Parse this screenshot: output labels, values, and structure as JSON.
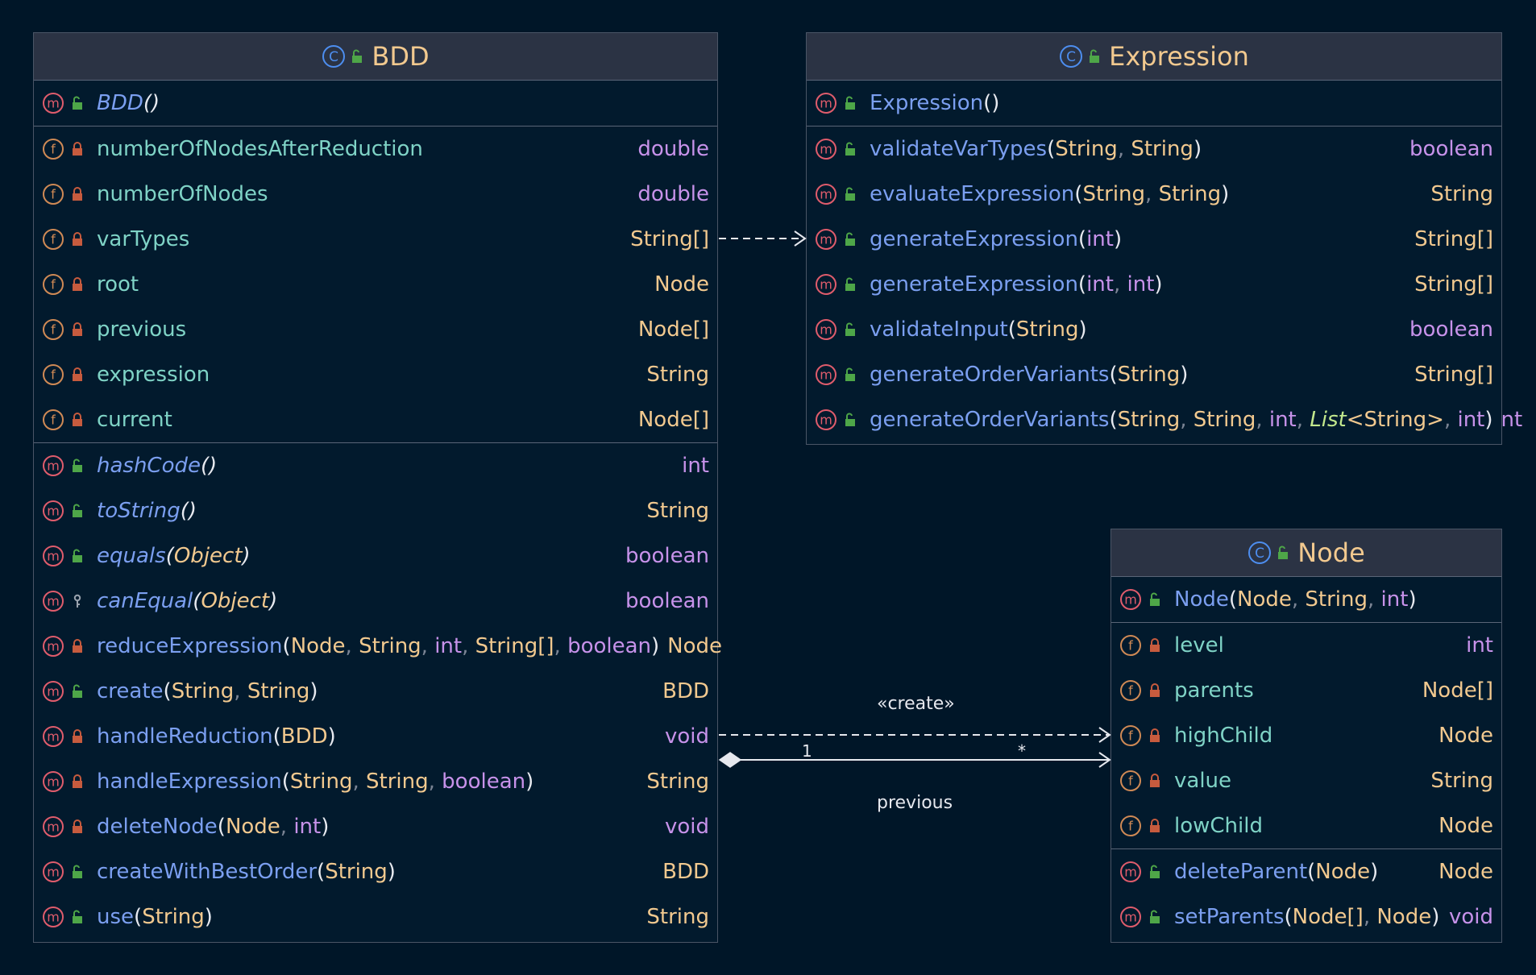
{
  "colors": {
    "background": "#001628",
    "header_bg": "#2b3344",
    "border": "#4a5566",
    "class_name": "#f2c98f",
    "field_name": "#7fd3c6",
    "method_name": "#7b9ff0",
    "object_type": "#f2c98f",
    "primitive_type": "#c792ea",
    "method_icon": "#e05c6c",
    "field_icon": "#d08a55",
    "class_icon": "#4d8ef0",
    "public_icon": "#4ea648",
    "private_icon": "#c75b3e"
  },
  "classes": {
    "bdd": {
      "name": "BDD",
      "sections": [
        [
          {
            "kind": "method",
            "vis": "public",
            "italic": true,
            "name": "BDD",
            "params": [],
            "type": ""
          }
        ],
        [
          {
            "kind": "field",
            "vis": "private",
            "name": "numberOfNodesAfterReduction",
            "type": "double",
            "typeKind": "prim"
          },
          {
            "kind": "field",
            "vis": "private",
            "name": "numberOfNodes",
            "type": "double",
            "typeKind": "prim"
          },
          {
            "kind": "field",
            "vis": "private",
            "name": "varTypes",
            "type": "String[]",
            "typeKind": "obj"
          },
          {
            "kind": "field",
            "vis": "private",
            "name": "root",
            "type": "Node",
            "typeKind": "obj"
          },
          {
            "kind": "field",
            "vis": "private",
            "name": "previous",
            "type": "Node[]",
            "typeKind": "obj"
          },
          {
            "kind": "field",
            "vis": "private",
            "name": "expression",
            "type": "String",
            "typeKind": "obj"
          },
          {
            "kind": "field",
            "vis": "private",
            "name": "current",
            "type": "Node[]",
            "typeKind": "obj"
          }
        ],
        [
          {
            "kind": "method",
            "vis": "public",
            "italic": true,
            "name": "hashCode",
            "params": [],
            "type": "int",
            "typeKind": "prim"
          },
          {
            "kind": "method",
            "vis": "public",
            "italic": true,
            "name": "toString",
            "params": [],
            "type": "String",
            "typeKind": "obj"
          },
          {
            "kind": "method",
            "vis": "public",
            "italic": true,
            "name": "equals",
            "params": [
              {
                "t": "Object",
                "k": "obj"
              }
            ],
            "type": "boolean",
            "typeKind": "prim"
          },
          {
            "kind": "method",
            "vis": "protected",
            "italic": true,
            "name": "canEqual",
            "params": [
              {
                "t": "Object",
                "k": "obj"
              }
            ],
            "type": "boolean",
            "typeKind": "prim"
          },
          {
            "kind": "method",
            "vis": "private",
            "name": "reduceExpression",
            "params": [
              {
                "t": "Node",
                "k": "obj"
              },
              {
                "t": "String",
                "k": "obj"
              },
              {
                "t": "int",
                "k": "prim"
              },
              {
                "t": "String[]",
                "k": "obj"
              },
              {
                "t": "boolean",
                "k": "prim"
              }
            ],
            "type": "Node",
            "typeKind": "obj"
          },
          {
            "kind": "method",
            "vis": "public",
            "name": "create",
            "params": [
              {
                "t": "String",
                "k": "obj"
              },
              {
                "t": "String",
                "k": "obj"
              }
            ],
            "type": "BDD",
            "typeKind": "obj"
          },
          {
            "kind": "method",
            "vis": "private",
            "name": "handleReduction",
            "params": [
              {
                "t": "BDD",
                "k": "obj"
              }
            ],
            "type": "void",
            "typeKind": "prim"
          },
          {
            "kind": "method",
            "vis": "private",
            "name": "handleExpression",
            "params": [
              {
                "t": "String",
                "k": "obj"
              },
              {
                "t": "String",
                "k": "obj"
              },
              {
                "t": "boolean",
                "k": "prim"
              }
            ],
            "type": "String",
            "typeKind": "obj"
          },
          {
            "kind": "method",
            "vis": "private",
            "name": "deleteNode",
            "params": [
              {
                "t": "Node",
                "k": "obj"
              },
              {
                "t": "int",
                "k": "prim"
              }
            ],
            "type": "void",
            "typeKind": "prim"
          },
          {
            "kind": "method",
            "vis": "public",
            "name": "createWithBestOrder",
            "params": [
              {
                "t": "String",
                "k": "obj"
              }
            ],
            "type": "BDD",
            "typeKind": "obj"
          },
          {
            "kind": "method",
            "vis": "public",
            "name": "use",
            "params": [
              {
                "t": "String",
                "k": "obj"
              }
            ],
            "type": "String",
            "typeKind": "obj"
          }
        ]
      ]
    },
    "expression": {
      "name": "Expression",
      "sections": [
        [
          {
            "kind": "method",
            "vis": "public",
            "name": "Expression",
            "params": [],
            "type": ""
          }
        ],
        [
          {
            "kind": "method",
            "vis": "public",
            "name": "validateVarTypes",
            "params": [
              {
                "t": "String",
                "k": "obj"
              },
              {
                "t": "String",
                "k": "obj"
              }
            ],
            "type": "boolean",
            "typeKind": "prim"
          },
          {
            "kind": "method",
            "vis": "public",
            "name": "evaluateExpression",
            "params": [
              {
                "t": "String",
                "k": "obj"
              },
              {
                "t": "String",
                "k": "obj"
              }
            ],
            "type": "String",
            "typeKind": "obj"
          },
          {
            "kind": "method",
            "vis": "public",
            "name": "generateExpression",
            "params": [
              {
                "t": "int",
                "k": "prim"
              }
            ],
            "type": "String[]",
            "typeKind": "obj"
          },
          {
            "kind": "method",
            "vis": "public",
            "name": "generateExpression",
            "params": [
              {
                "t": "int",
                "k": "prim"
              },
              {
                "t": "int",
                "k": "prim"
              }
            ],
            "type": "String[]",
            "typeKind": "obj"
          },
          {
            "kind": "method",
            "vis": "public",
            "name": "validateInput",
            "params": [
              {
                "t": "String",
                "k": "obj"
              }
            ],
            "type": "boolean",
            "typeKind": "prim"
          },
          {
            "kind": "method",
            "vis": "public",
            "name": "generateOrderVariants",
            "params": [
              {
                "t": "String",
                "k": "obj"
              }
            ],
            "type": "String[]",
            "typeKind": "obj"
          },
          {
            "kind": "method",
            "vis": "public",
            "name": "generateOrderVariants",
            "params": [
              {
                "t": "String",
                "k": "obj"
              },
              {
                "t": "String",
                "k": "obj"
              },
              {
                "t": "int",
                "k": "prim"
              },
              {
                "t": "List<String>",
                "k": "generic"
              },
              {
                "t": "int",
                "k": "prim"
              }
            ],
            "type": "nt",
            "typeKind": "prim"
          }
        ]
      ]
    },
    "node": {
      "name": "Node",
      "sections": [
        [
          {
            "kind": "method",
            "vis": "public",
            "name": "Node",
            "params": [
              {
                "t": "Node",
                "k": "obj"
              },
              {
                "t": "String",
                "k": "obj"
              },
              {
                "t": "int",
                "k": "prim"
              }
            ],
            "type": ""
          }
        ],
        [
          {
            "kind": "field",
            "vis": "private",
            "name": "level",
            "type": "int",
            "typeKind": "prim"
          },
          {
            "kind": "field",
            "vis": "private",
            "name": "parents",
            "type": "Node[]",
            "typeKind": "obj"
          },
          {
            "kind": "field",
            "vis": "private",
            "name": "highChild",
            "type": "Node",
            "typeKind": "obj"
          },
          {
            "kind": "field",
            "vis": "private",
            "name": "value",
            "type": "String",
            "typeKind": "obj"
          },
          {
            "kind": "field",
            "vis": "private",
            "name": "lowChild",
            "type": "Node",
            "typeKind": "obj"
          }
        ],
        [
          {
            "kind": "method",
            "vis": "public",
            "name": "deleteParent",
            "params": [
              {
                "t": "Node",
                "k": "obj"
              }
            ],
            "type": "Node",
            "typeKind": "obj"
          },
          {
            "kind": "method",
            "vis": "public",
            "name": "setParents",
            "params": [
              {
                "t": "Node[]",
                "k": "obj"
              },
              {
                "t": "Node",
                "k": "obj"
              }
            ],
            "type": "void",
            "typeKind": "prim"
          }
        ]
      ]
    }
  },
  "relations": {
    "create_label": "«create»",
    "previous_label": "previous",
    "mult_source": "1",
    "mult_target": "*"
  }
}
